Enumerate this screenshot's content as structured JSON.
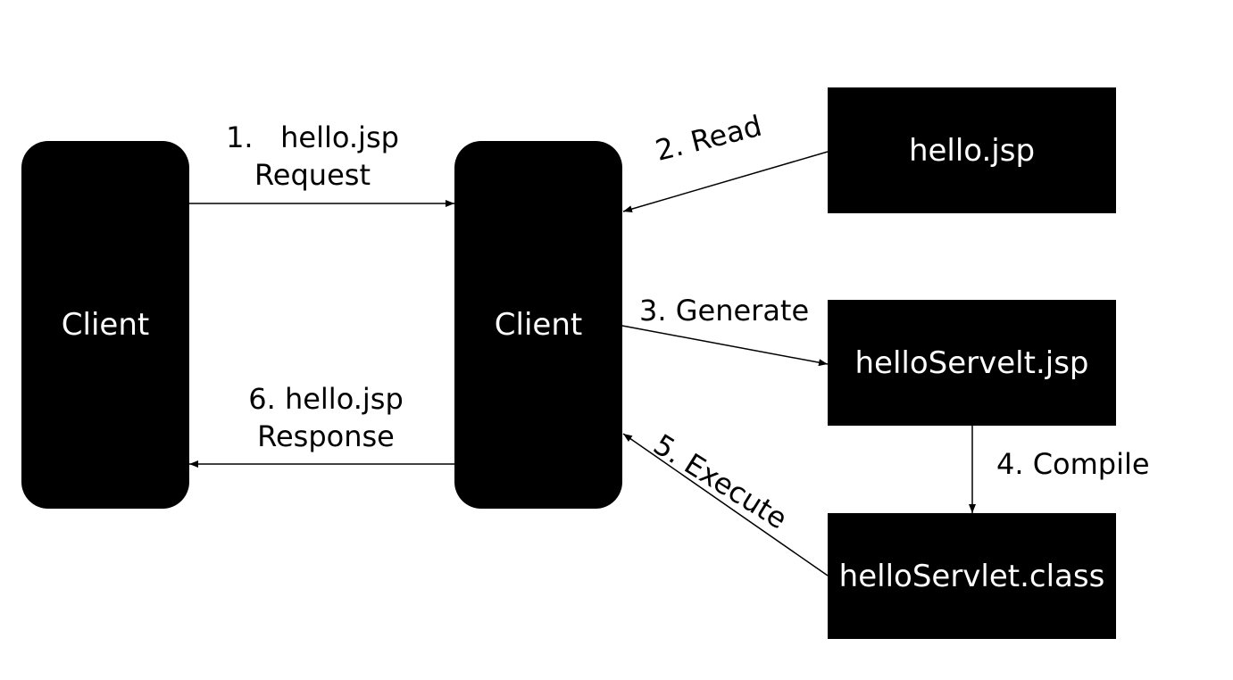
{
  "nodes": {
    "client_left": "Client",
    "client_middle": "Client",
    "hello_jsp": "hello.jsp",
    "hello_servelt_jsp": "helloServelt.jsp",
    "hello_servlet_class": "helloServlet.class"
  },
  "edges": {
    "request_line1": "1.   hello.jsp",
    "request_line2": "Request",
    "read": "2. Read",
    "generate": "3. Generate",
    "compile": "4. Compile",
    "execute": "5. Execute",
    "response_line1": "6. hello.jsp",
    "response_line2": "Response"
  },
  "colors": {
    "node_fill": "#000000",
    "node_text": "#ffffff",
    "edge": "#000000"
  }
}
